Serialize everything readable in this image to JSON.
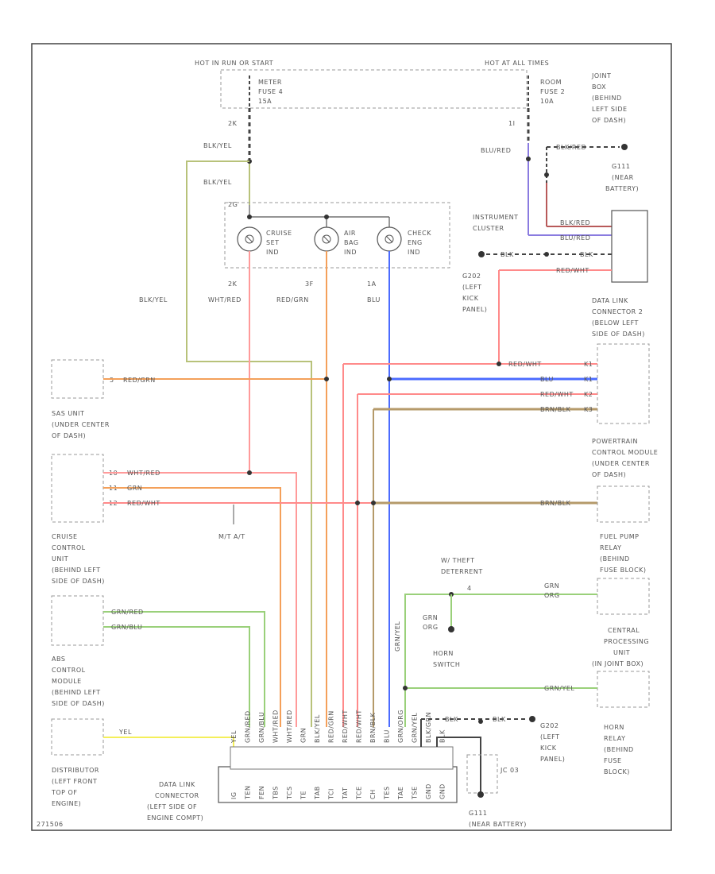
{
  "power": {
    "left_hot": "HOT IN RUN OR START",
    "right_hot": "HOT AT ALL TIMES",
    "fuse_left": [
      "METER",
      "FUSE 4",
      "15A"
    ],
    "fuse_right": [
      "ROOM",
      "FUSE 2",
      "10A"
    ],
    "fuse_box_location": [
      "JOINT",
      "BOX",
      "(BEHIND",
      "LEFT SIDE",
      "OF DASH)"
    ],
    "pin_left": "2K",
    "pin_right": "1I",
    "wire_left_1": "BLK/YEL",
    "wire_left_2": "BLK/YEL",
    "wire_right": "BLU/RED"
  },
  "battery": {
    "wire": "BLK/RED",
    "label": [
      "G111",
      "(NEAR",
      "BATTERY)"
    ],
    "conn_wire_1": "BLK/RED",
    "conn_wire_2": "BLU/RED",
    "conn_wire_3": "BLK",
    "conn_wire_4": "RED/WHT",
    "ground_wire": "BLK",
    "ground_label": [
      "G202",
      "(LEFT",
      "KICK",
      "PANEL)"
    ]
  },
  "cluster": {
    "pin": "2G",
    "title": [
      "INSTRUMENT",
      "CLUSTER"
    ],
    "lamps": [
      [
        "CRUISE",
        "SET",
        "IND"
      ],
      [
        "AIR",
        "BAG",
        "IND"
      ],
      [
        "CHECK",
        "ENG",
        "IND"
      ]
    ],
    "pins": [
      "2K",
      "3F",
      "1A"
    ],
    "wires": [
      "WHT/RED",
      "RED/GRN",
      "BLU"
    ],
    "left_wire": "BLK/YEL"
  },
  "dlc_under_dash": {
    "label": [
      "DATA LINK",
      "CONNECTOR 2",
      "(BELOW LEFT",
      "SIDE OF DASH)"
    ],
    "wires": [
      "RED/WHT",
      "BLU",
      "RED/WHT",
      "BRN/BLK"
    ],
    "pins": [
      "K1",
      "K1",
      "K2",
      "K3"
    ]
  },
  "sas": {
    "wire": "RED/GRN",
    "pin": "5",
    "label": [
      "SAS UNIT",
      "(UNDER CENTER",
      "OF DASH)"
    ]
  },
  "cruise": {
    "wires": [
      "WHT/RED",
      "GRN",
      "RED/WHT"
    ],
    "pins": [
      "10",
      "11",
      "12"
    ],
    "mt_label": "M/T A/T",
    "label": [
      "CRUISE",
      "CONTROL",
      "UNIT",
      "(BEHIND LEFT",
      "SIDE OF DASH)"
    ]
  },
  "pcm": {
    "label": [
      "POWERTRAIN",
      "CONTROL MODULE",
      "(UNDER CENTER",
      "OF DASH)"
    ],
    "wire": "BRN/BLK"
  },
  "fuel_pump": {
    "label": [
      "FUEL PUMP",
      "RELAY",
      "(BEHIND",
      "FUSE BLOCK)"
    ],
    "wire": [
      "GRN",
      "ORG"
    ]
  },
  "antitheft": {
    "title": [
      "W/ THEFT",
      "DETERRENT"
    ],
    "marker": "4",
    "switch_wire": [
      "GRN",
      "ORG"
    ],
    "switch_label": [
      "HORN",
      "SWITCH"
    ],
    "vert_wire": "GRN/YEL"
  },
  "cpu": {
    "label": [
      "CENTRAL",
      "PROCESSING",
      "UNIT",
      "(IN JOINT BOX)"
    ],
    "wire": "GRN/YEL"
  },
  "horn_relay": {
    "label": [
      "HORN",
      "RELAY",
      "(BEHIND",
      "FUSE",
      "BLOCK)"
    ]
  },
  "abs": {
    "wires": [
      "GRN/RED",
      "GRN/BLU"
    ],
    "label": [
      "ABS",
      "CONTROL",
      "MODULE",
      "(BEHIND LEFT",
      "SIDE OF DASH)"
    ]
  },
  "distributor": {
    "wire": "YEL",
    "label": [
      "DISTRIBUTOR",
      "(LEFT FRONT",
      "TOP OF",
      "ENGINE)"
    ]
  },
  "dlc_engine": {
    "label": [
      "DATA LINK",
      "CONNECTOR",
      "(LEFT SIDE OF",
      "ENGINE COMPT)"
    ],
    "wire_labels": [
      "YEL",
      "GRN/RED",
      "GRN/BLU",
      "WHT/RED",
      "WHT/RED",
      "GRN",
      "BLK/YEL",
      "RED/GRN",
      "RED/WHT",
      "RED/WHT",
      "BRN/BLK",
      "BLU",
      "GRN/ORG",
      "GRN/YEL",
      "BLK/GRN",
      "BLK"
    ],
    "pins": [
      "IG",
      "TEN",
      "FEN",
      "TBS",
      "TCS",
      "TE",
      "TAB",
      "TCI",
      "TAT",
      "TCE",
      "CH",
      "TES",
      "TAE",
      "TSE",
      "GND",
      "GND"
    ],
    "ground_wire_1": "BLK",
    "ground_wire_2": "BLK",
    "jc_label": "JC 03",
    "ground_label": [
      "G202",
      "(LEFT",
      "KICK",
      "PANEL)"
    ],
    "ground2_label": [
      "G111",
      "(NEAR BATTERY)"
    ]
  },
  "footer": "271506",
  "colors": {
    "blk_yel": "#b8c27a",
    "blu": "#4b6bff",
    "blu_red": "#8a7be0",
    "red": "#ff8a8a",
    "orange": "#f4a05a",
    "brn": "#b59a6a",
    "green": "#9ad07a",
    "yel": "#f4ef5a",
    "blk": "#444444",
    "line": "#999999",
    "blk_red": "#b85a5a"
  }
}
